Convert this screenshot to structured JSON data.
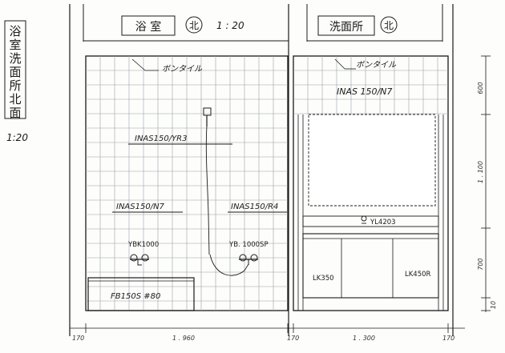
{
  "sheet_title_vertical": [
    "浴",
    "室",
    "洗",
    "面",
    "所",
    "北",
    "面"
  ],
  "sheet_scale": "1:20",
  "bath": {
    "room_label": "浴 室",
    "orientation": "北",
    "scale": "1 : 20",
    "top_finish": "ボンタイル",
    "tile_upper": "INAS150/YR3",
    "tile_lower_left": "INAS150/N7",
    "tile_lower_right": "INAS150/R4",
    "faucet_left": "YBK1000",
    "faucet_right": "YB. 1000SP",
    "tub": "FB150S #80"
  },
  "wash": {
    "room_label": "洗面所",
    "orientation": "北",
    "top_finish": "ボンタイル",
    "tile": "INAS 150/N7",
    "towel_bar": "YL4203",
    "cab_left": "LK350",
    "cab_right": "LK450R"
  },
  "dims_bottom": [
    "170",
    "1 . 960",
    "170",
    "1 . 300",
    "170"
  ],
  "dims_right": [
    "600",
    "1 . 100",
    "700",
    "10"
  ]
}
